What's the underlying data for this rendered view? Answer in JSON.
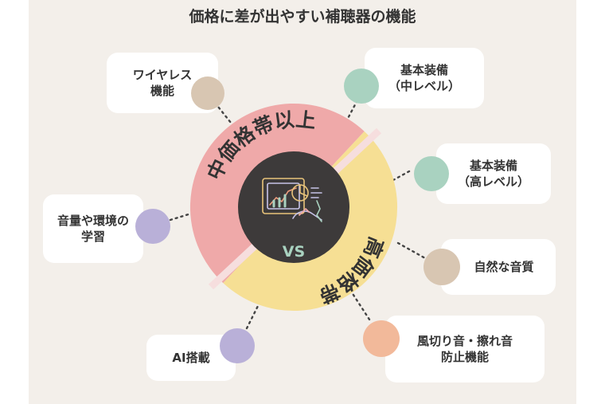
{
  "title": "価格に差が出やすい補聴器の機能",
  "center": {
    "vs_label": "VS",
    "upper_label": "中価格帯以上",
    "lower_label": "高価格帯",
    "icon": "analytics-dashboard-icon"
  },
  "features": [
    {
      "lines": [
        "ワイヤレス",
        "機能"
      ],
      "dot_color": "#d8c6b2"
    },
    {
      "lines": [
        "基本装備",
        "（中レベル）"
      ],
      "dot_color": "#a9d2c0"
    },
    {
      "lines": [
        "基本装備",
        "（高レベル）"
      ],
      "dot_color": "#a9d2c0"
    },
    {
      "lines": [
        "音量や環境の",
        "学習"
      ],
      "dot_color": "#b9b0d8"
    },
    {
      "lines": [
        "自然な音質"
      ],
      "dot_color": "#d8c6b2"
    },
    {
      "lines": [
        "AI搭載"
      ],
      "dot_color": "#b9b0d8"
    },
    {
      "lines": [
        "風切り音・擦れ音",
        "防止機能"
      ],
      "dot_color": "#f2b99a"
    }
  ],
  "colors": {
    "upper_ring": "#efa9a9",
    "lower_ring": "#f6df94",
    "center_disc": "#3d3a3a",
    "background": "#f3efea"
  }
}
